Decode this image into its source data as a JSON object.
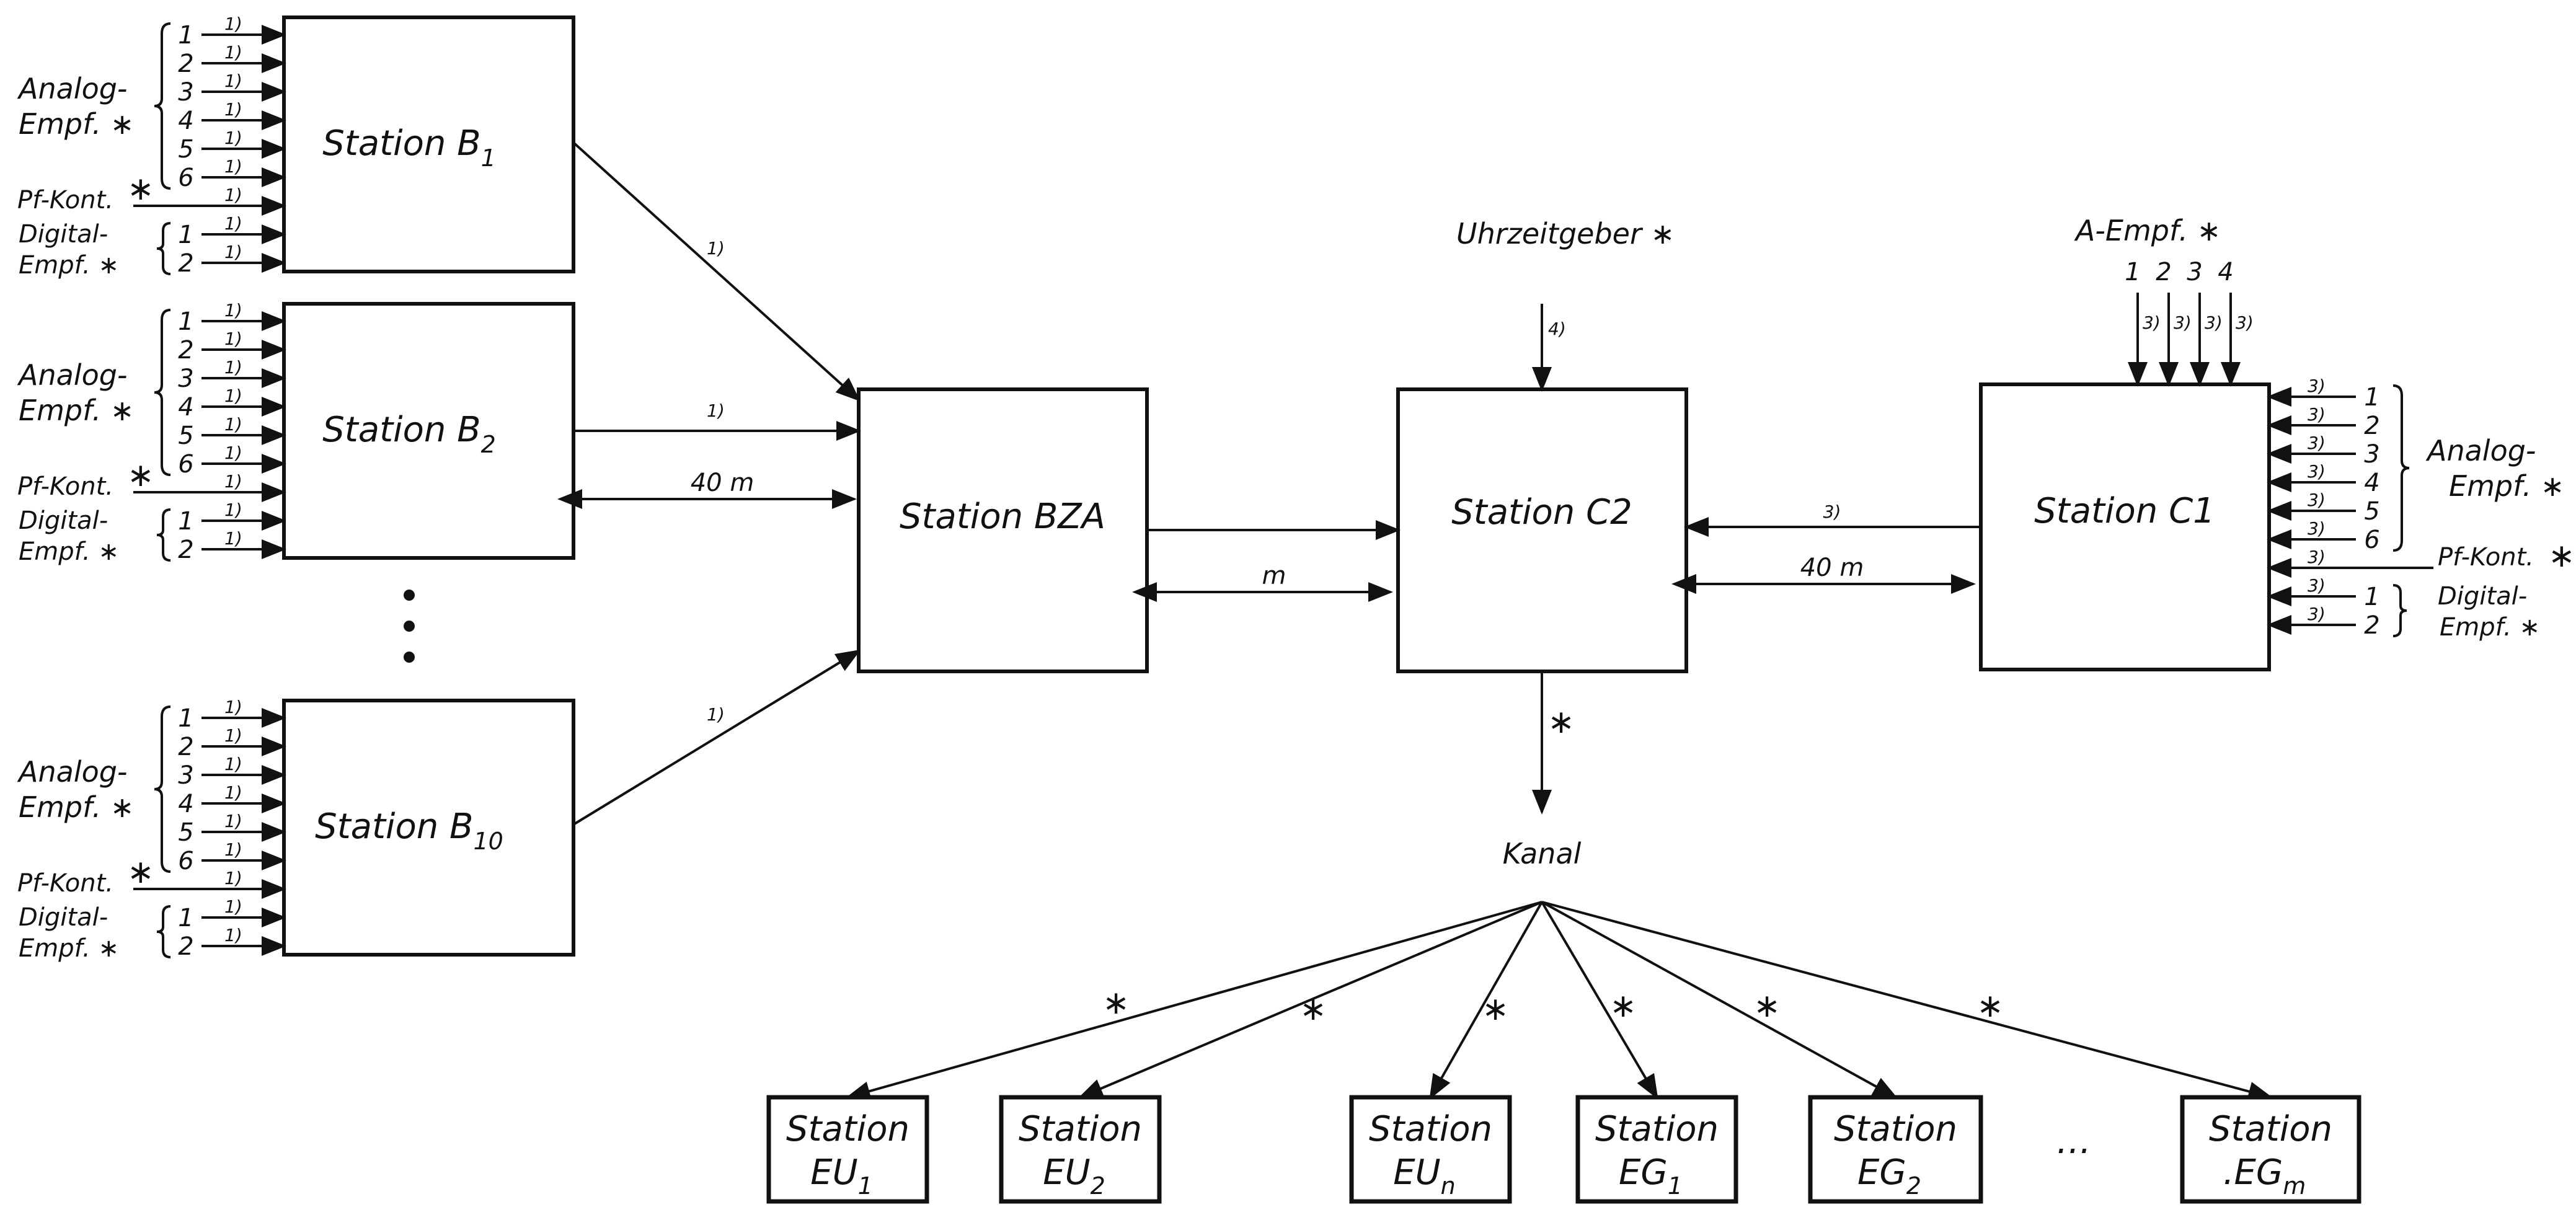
{
  "stations_b": [
    {
      "name": "Station B",
      "sub": "1"
    },
    {
      "name": "Station B",
      "sub": "2"
    },
    {
      "name": "Station B",
      "sub": "10"
    }
  ],
  "station_bza": "Station BZA",
  "station_c2": "Station C2",
  "station_c1": "Station C1",
  "uhrzeitgeber": "Uhrzeitgeber ∗",
  "kanal": "Kanal",
  "a_empf": "A-Empf. ∗",
  "a_empf_inputs": [
    "1",
    "2",
    "3",
    "4"
  ],
  "analog_label_1": "Analog-",
  "analog_label_2": "Empf. ∗",
  "pf_kont": "Pf-Kont.",
  "digital_label_1": "Digital-",
  "digital_label_2": "Empf. ∗",
  "star": "∗",
  "analog_inputs": [
    "1",
    "2",
    "3",
    "4",
    "5",
    "6"
  ],
  "digital_inputs": [
    "1",
    "2"
  ],
  "note_1": "1)",
  "note_3": "3)",
  "note_4": "4)",
  "dist_b_bza": "40 m",
  "dist_bza_c2": "m",
  "dist_c2_c1": "40 m",
  "ellipsis": "…",
  "end_stations": [
    {
      "line1": "Station",
      "line2": "EU",
      "sub": "1"
    },
    {
      "line1": "Station",
      "line2": "EU",
      "sub": "2"
    },
    {
      "line1": "Station",
      "line2": "EU",
      "sub": "n"
    },
    {
      "line1": "Station",
      "line2": "EG",
      "sub": "1"
    },
    {
      "line1": "Station",
      "line2": "EG",
      "sub": "2"
    },
    {
      "line1": "Station",
      "line2": ".EG",
      "sub": "m"
    }
  ]
}
